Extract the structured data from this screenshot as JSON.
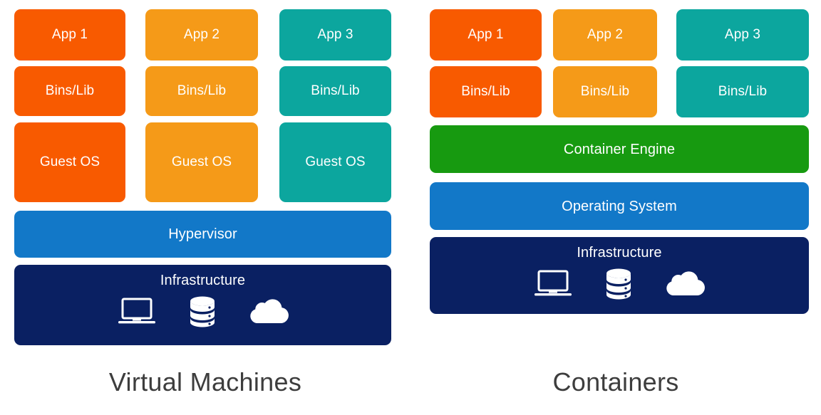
{
  "diagram": {
    "title_text_visible": false,
    "panels": [
      {
        "id": "virtual-machines",
        "caption": "Virtual Machines",
        "columns": [
          {
            "app": "App 1",
            "bins": "Bins/Lib",
            "guest": "Guest OS",
            "color": "#f85a00"
          },
          {
            "app": "App 2",
            "bins": "Bins/Lib",
            "guest": "Guest OS",
            "color": "#f59a18"
          },
          {
            "app": "App 3",
            "bins": "Bins/Lib",
            "guest": "Guest OS",
            "color": "#0ca69e"
          }
        ],
        "bands": [
          {
            "label": "Hypervisor",
            "color": "#1278c8"
          },
          {
            "label": "Infrastructure",
            "color": "#0a2062"
          }
        ]
      },
      {
        "id": "containers",
        "caption": "Containers",
        "columns": [
          {
            "app": "App 1",
            "bins": "Bins/Lib",
            "color": "#f85a00"
          },
          {
            "app": "App 2",
            "bins": "Bins/Lib",
            "color": "#f59a18"
          },
          {
            "app": "App 3",
            "bins": "Bins/Lib",
            "color": "#0ca69e"
          }
        ],
        "bands": [
          {
            "label": "Container Engine",
            "color": "#179a10"
          },
          {
            "label": "Operating System",
            "color": "#1278c8"
          },
          {
            "label": "Infrastructure",
            "color": "#0a2062"
          }
        ]
      }
    ],
    "infrastructure_icons": [
      "laptop-icon",
      "database-icon",
      "cloud-icon"
    ],
    "colors": {
      "orange_red": "#f85a00",
      "amber": "#f59a18",
      "teal": "#0ca69e",
      "blue": "#1278c8",
      "navy": "#0a2062",
      "green": "#179a10",
      "caption_text": "#3d3d3d",
      "background": "#ffffff",
      "box_text": "#ffffff"
    }
  }
}
